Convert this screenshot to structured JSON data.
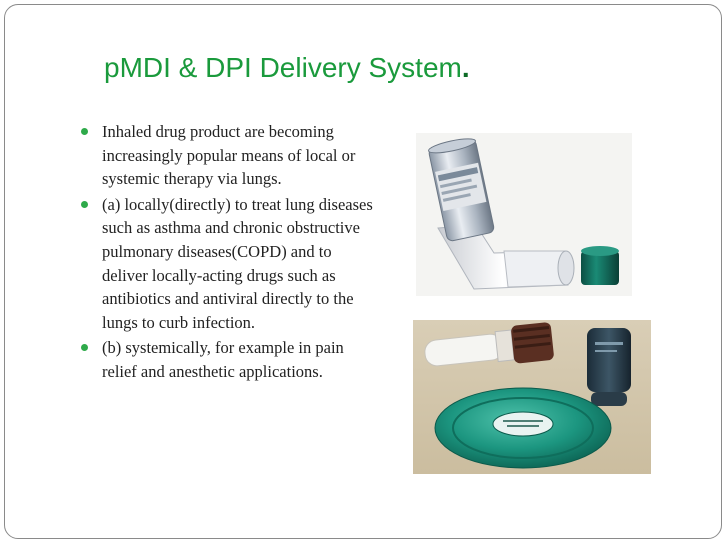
{
  "slide": {
    "title": "pMDI & DPI  Delivery System",
    "title_period": ".",
    "bullets": [
      "Inhaled drug product are becoming increasingly popular means of local or systemic therapy via lungs.",
      "(a) locally(directly) to treat lung diseases such as asthma and chronic obstructive pulmonary diseases(COPD) and to deliver locally-acting drugs such as antibiotics and antiviral directly to the lungs to curb infection.",
      "(b) systemically, for example in pain relief and anesthetic applications."
    ]
  },
  "images": {
    "pmdi_caption": "",
    "dpi_caption": ""
  },
  "colors": {
    "title": "#1a9a3c",
    "bullet": "#2eaa4a",
    "frame": "#8a8a8a"
  }
}
